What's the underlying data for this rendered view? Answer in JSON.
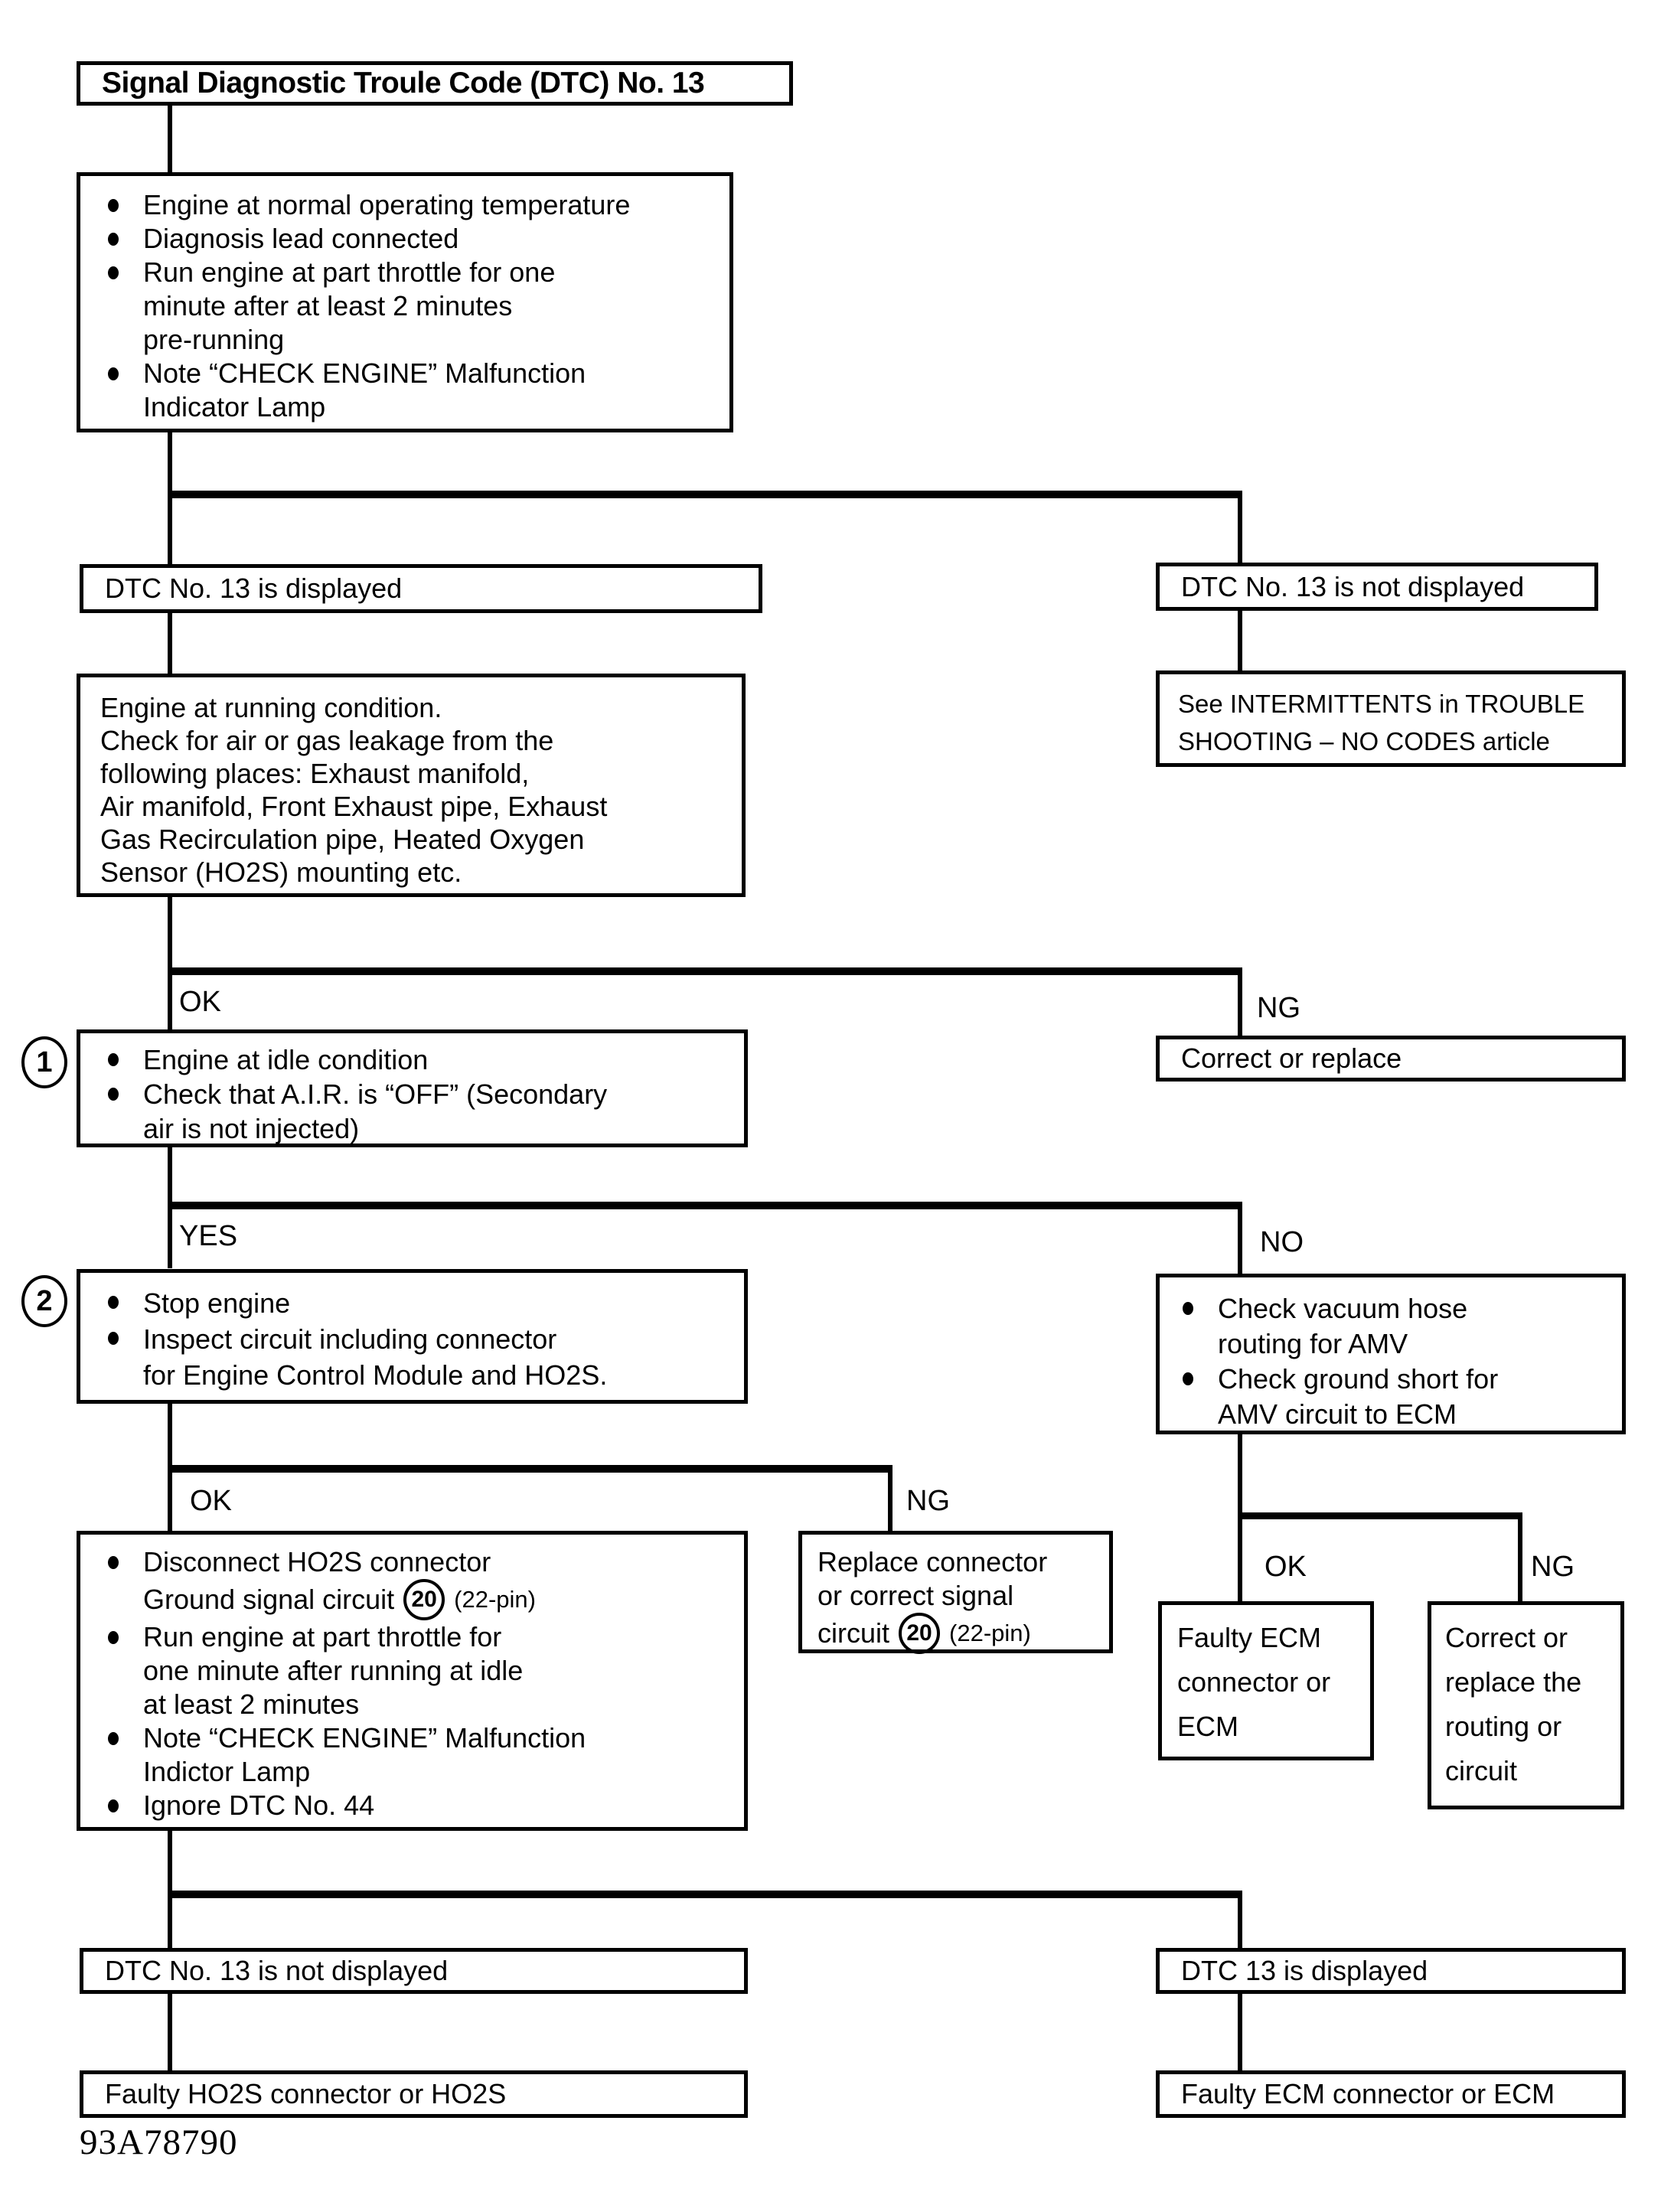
{
  "title": "Signal Diagnostic Troule Code (DTC) No. 13",
  "doc_code": "93A78790",
  "labels": {
    "ok1": "OK",
    "ng1": "NG",
    "yes1": "YES",
    "no1": "NO",
    "ok2": "OK",
    "ng2": "NG",
    "ok3": "OK",
    "ng3": "NG"
  },
  "step_markers": {
    "s1": "1",
    "s2": "2"
  },
  "precond": {
    "i1": "Engine at normal operating temperature",
    "i2": "Diagnosis lead connected",
    "i3a": "Run engine at part throttle for one",
    "i3b": "minute after at least 2 minutes",
    "i3c": "pre-running",
    "i4a": "Note “CHECK ENGINE” Malfunction",
    "i4b": "Indicator Lamp"
  },
  "dtc_displayed": "DTC No. 13 is displayed",
  "dtc_not_displayed": "DTC No. 13 is not displayed",
  "see_intermittents": {
    "l1": "See INTERMITTENTS in TROUBLE",
    "l2": "SHOOTING – NO CODES article"
  },
  "engine_running": {
    "l1": "Engine at running condition.",
    "l2": "Check for air or gas leakage from the",
    "l3": "following places: Exhaust manifold,",
    "l4": "Air manifold, Front Exhaust pipe, Exhaust",
    "l5": "Gas Recirculation pipe, Heated Oxygen",
    "l6": "Sensor (HO2S) mounting etc."
  },
  "correct_or_replace": "Correct or replace",
  "step1": {
    "i1": "Engine at idle condition",
    "i2a": "Check that A.I.R. is “OFF” (Secondary",
    "i2b": "air is not injected)"
  },
  "step2": {
    "i1": "Stop engine",
    "i2a": "Inspect circuit including connector",
    "i2b": "for Engine Control Module and HO2S."
  },
  "no_branch": {
    "i1a": "Check vacuum hose",
    "i1b": "routing for AMV",
    "i2a": "Check ground short for",
    "i2b": "AMV circuit to ECM"
  },
  "final_check": {
    "i1a": "Disconnect HO2S connector",
    "i1b_pre": "Ground signal circuit",
    "i1b_badge": "20",
    "i1b_post": "(22-pin)",
    "i2a": "Run engine at part throttle for",
    "i2b": "one minute after running at idle",
    "i2c": "at least 2 minutes",
    "i3a": "Note “CHECK ENGINE” Malfunction",
    "i3b": "Indictor Lamp",
    "i4": "Ignore DTC No. 44"
  },
  "replace_connector": {
    "l1": "Replace connector",
    "l2": "or correct signal",
    "l3_pre": "circuit",
    "l3_badge": "20",
    "l3_post": "(22-pin)"
  },
  "faulty_ecm_a": {
    "l1": "Faulty ECM",
    "l2": "connector or",
    "l3": "ECM"
  },
  "correct_routing": {
    "l1": "Correct or",
    "l2": "replace the",
    "l3": "routing or",
    "l4": "circuit"
  },
  "dtc_not_displayed_2": "DTC No. 13 is not displayed",
  "dtc13_displayed_2": "DTC 13 is displayed",
  "faulty_ho2s": "Faulty HO2S connector or HO2S",
  "faulty_ecm_b": "Faulty ECM connector or ECM"
}
